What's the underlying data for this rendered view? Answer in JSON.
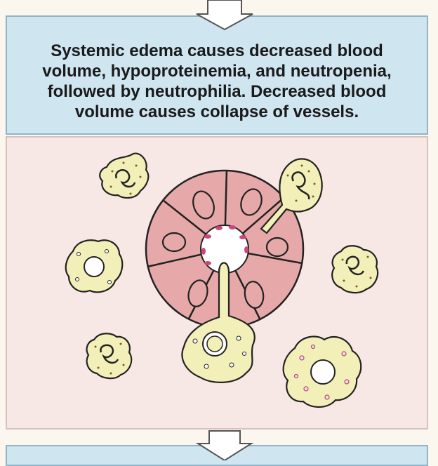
{
  "caption": {
    "line1": "Systemic edema causes decreased blood",
    "line2": "volume, hypoproteinemia, and neutropenia,",
    "line3": "followed by neutrophilia. Decreased blood",
    "line4": "volume causes collapse of vessels."
  },
  "colors": {
    "caption_panel": "#cfe5f0",
    "illustration_panel": "#f7e7e5",
    "endothelial_cell": "#e6a8a8",
    "leukocyte": "#f3efb8",
    "nucleus": "#c9a9b5",
    "outline": "#222222"
  },
  "icons": {
    "flow_arrow": "down-arrow-icon"
  }
}
